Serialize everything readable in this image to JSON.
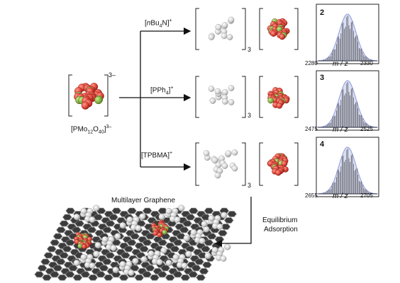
{
  "precursor": {
    "charge": "3–",
    "formula_main": "[PMo",
    "formula_sub1": "12",
    "formula_mid": "O",
    "formula_sub2": "40",
    "formula_end": "]",
    "formula_sup": "3–"
  },
  "branches": [
    {
      "cation_pre": "[",
      "cation_italic": "n",
      "cation_main": "Bu",
      "cation_sub": "4",
      "cation_end": "N]",
      "cation_sup": "+",
      "subscript": "3"
    },
    {
      "cation_pre": "[",
      "cation_italic": "",
      "cation_main": "PPh",
      "cation_sub": "4",
      "cation_end": "]",
      "cation_sup": "+",
      "subscript": "3"
    },
    {
      "cation_pre": "[",
      "cation_italic": "",
      "cation_main": "TPBMA",
      "cation_sub": "",
      "cation_end": "]",
      "cation_sup": "+",
      "subscript": "3"
    }
  ],
  "spectra": [
    {
      "number": "2",
      "xmin": "2280",
      "xmax": "2330",
      "axis_label": "m / z"
    },
    {
      "number": "3",
      "xmin": "2475",
      "xmax": "2525",
      "axis_label": "m / z"
    },
    {
      "number": "4",
      "xmin": "2655",
      "xmax": "2705",
      "axis_label": "m / z"
    }
  ],
  "graphene_label": "Multilayer Graphene",
  "adsorption_label_line1": "Equilibrium",
  "adsorption_label_line2": "Adsorption",
  "colors": {
    "oxygen": "#e0463a",
    "molybdenum": "#7fb43c",
    "envelope": "#9aa6e0",
    "graphene": "#3b3b3b",
    "graphene_edge": "#7a7a7a",
    "cation": "#d4d4d4"
  }
}
